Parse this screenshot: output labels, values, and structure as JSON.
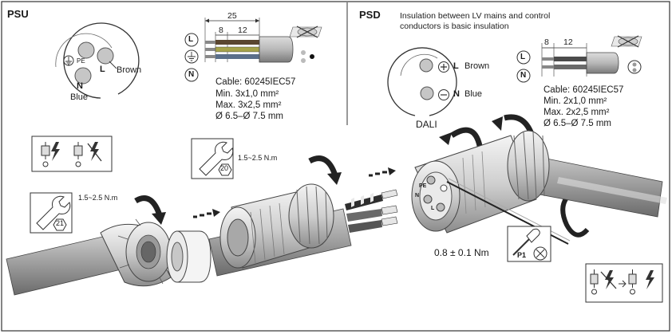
{
  "psu": {
    "title": "PSU",
    "pin_pe": "PE",
    "pin_l": "L",
    "pin_n": "N",
    "brown": "Brown",
    "blue": "Blue",
    "strip_total": "25",
    "strip_a": "8",
    "strip_b": "12",
    "term_l": "L",
    "term_n": "N",
    "cable": "Cable: 60245IEC57",
    "min": "Min.  3x1,0 mm²",
    "max": "Max. 3x2,5 mm²",
    "dia": "Ø 6.5–Ø 7.5 mm"
  },
  "psd": {
    "title": "PSD",
    "note_line1": "Insulation between LV mains and control",
    "note_line2": "conductors is basic insulation",
    "pin_l": "L",
    "brown": "Brown",
    "pin_n": "N",
    "blue": "Blue",
    "dali": "DALI",
    "strip_a": "8",
    "strip_b": "12",
    "term_l": "L",
    "term_n": "N",
    "cable": "Cable: 60245IEC57",
    "min": "Min.  2x1,0 mm²",
    "max": "Max. 2x2,5 mm²",
    "dia": "Ø 6.5–Ø 7.5 mm"
  },
  "assembly": {
    "torque_small_1": "1.5~2.5 N.m",
    "wrench_size_1": "20",
    "torque_small_2": "1.5~2.5 N.m",
    "wrench_size_2": "21",
    "screw_torque": "0.8 ± 0.1 Nm",
    "screwdriver": "P1",
    "plug_pe": "PE",
    "plug_n": "N",
    "plug_l": "L"
  }
}
